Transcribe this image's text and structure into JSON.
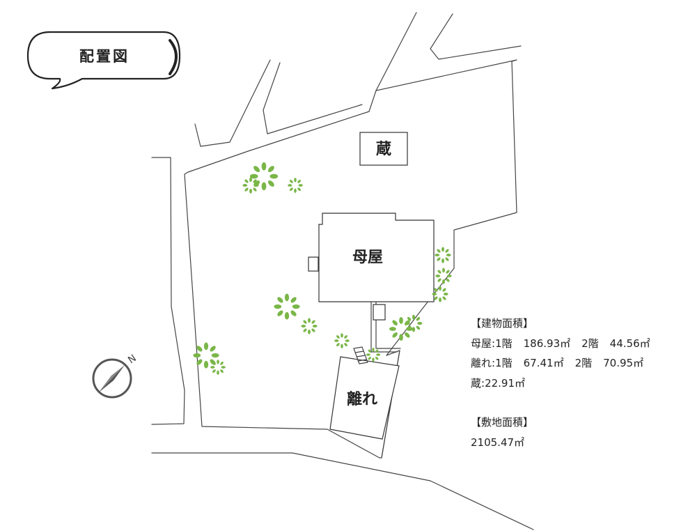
{
  "title": "配置図",
  "buildings": {
    "kura": "蔵",
    "omoya": "母屋",
    "hanare": "離れ"
  },
  "compass": {
    "north_label": "N",
    "icon": "compass-icon"
  },
  "colors": {
    "tree": "#7ab648",
    "line": "#444444"
  },
  "floor_area": {
    "header": "【建物面積】",
    "rows": [
      {
        "name": "母屋",
        "f1_label": "1階",
        "f1": "186.93㎡",
        "f2_label": "2階",
        "f2": "44.56㎡"
      },
      {
        "name": "離れ",
        "f1_label": "1階",
        "f1": "67.41㎡",
        "f2_label": "2階",
        "f2": "70.95㎡"
      },
      {
        "name": "蔵",
        "f1": "22.91㎡"
      }
    ]
  },
  "site_area": {
    "header": "【敷地面積】",
    "value": "2105.47㎡"
  }
}
